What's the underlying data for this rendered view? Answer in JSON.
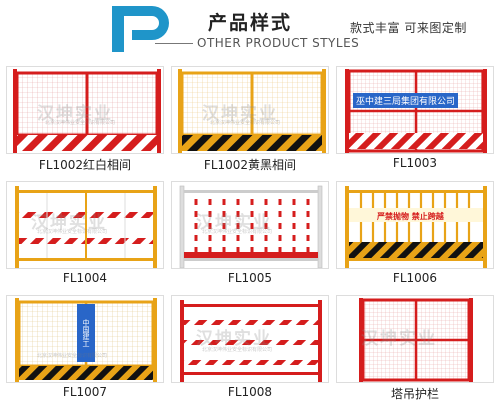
{
  "header": {
    "title": "产品样式",
    "subtitle": "OTHER PRODUCT STYLES",
    "slogan": "款式丰富   可来图定制"
  },
  "products": [
    {
      "label": "FL1002红白相间"
    },
    {
      "label": "FL1002黄黑相间"
    },
    {
      "label": "FL1003",
      "banner": "巫中建三局集团有限公司"
    },
    {
      "label": "FL1004"
    },
    {
      "label": "FL1005"
    },
    {
      "label": "FL1006",
      "banner": "严禁抛物  禁止跨越"
    },
    {
      "label": "FL1007",
      "banner": "中国建工"
    },
    {
      "label": "FL1008"
    },
    {
      "label": "塔吊护栏"
    }
  ],
  "watermark": {
    "text": "汉坤实业",
    "sub": "北京汉坤伟业安全标识有限公司"
  },
  "colors": {
    "red": "#d51d1d",
    "yellow": "#e8a317",
    "black": "#111111",
    "blue": "#2966c8",
    "logo": "#1f95c9"
  }
}
